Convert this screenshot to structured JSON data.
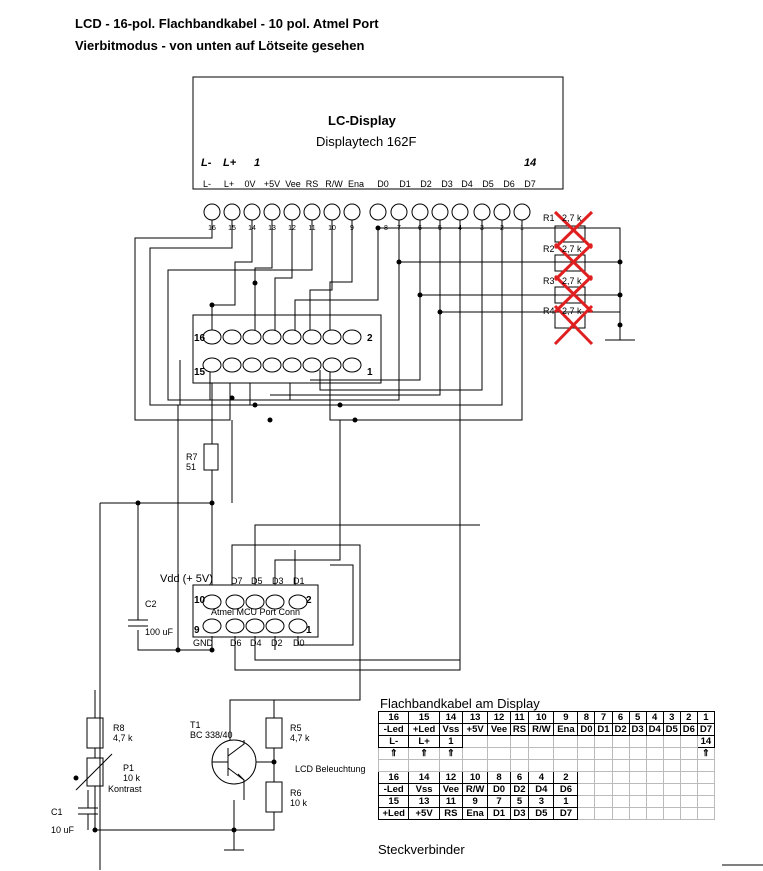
{
  "title": {
    "line1": "LCD - 16-pol. Flachbandkabel - 10 pol. Atmel Port",
    "line2": "Vierbitmodus - von unten auf Lötseite gesehen"
  },
  "display": {
    "name": "LC-Display",
    "model": "Displaytech 162F",
    "top_labels": [
      "L-",
      "L+",
      "1",
      "14"
    ],
    "pin_names": [
      "L-",
      "L+",
      "0V",
      "+5V",
      "Vee",
      "RS",
      "R/W",
      "Ena",
      "D0",
      "D1",
      "D2",
      "D3",
      "D4",
      "D5",
      "D6",
      "D7"
    ],
    "pin_numbers": [
      "16",
      "15",
      "14",
      "13",
      "12",
      "11",
      "10",
      "9",
      "8",
      "7",
      "6",
      "5",
      "4",
      "3",
      "2",
      "1"
    ]
  },
  "resistors_crossed": [
    "R1",
    "R2",
    "R3",
    "R4"
  ],
  "resistor_crossed_value": "2,7 k",
  "connector16": {
    "row_top": [
      "16",
      "2"
    ],
    "row_bottom": [
      "15",
      "1"
    ]
  },
  "r7": {
    "name": "R7",
    "value": "51"
  },
  "atmel": {
    "vdd_label": "Vdd (+ 5V)",
    "name": "Atmel MCU Port Conn",
    "top_labels": [
      "D7",
      "D5",
      "D3",
      "D1"
    ],
    "bottom_labels": [
      "GND",
      "D6",
      "D4",
      "D2",
      "D0"
    ],
    "pin_top_left": "10",
    "pin_top_right": "2",
    "pin_bottom_left": "9",
    "pin_bottom_right": "1"
  },
  "c2": {
    "name": "C2",
    "value": "100 uF"
  },
  "r8": {
    "name": "R8",
    "value": "4,7 k"
  },
  "p1": {
    "name": "P1",
    "value": "10 k",
    "label": "Kontrast"
  },
  "c1": {
    "name": "C1",
    "value": "10 uF"
  },
  "t1": {
    "name": "T1",
    "model": "BC 338/40"
  },
  "r5": {
    "name": "R5",
    "value": "4,7 k"
  },
  "r6": {
    "name": "R6",
    "value": "10 k"
  },
  "backlight_label": "LCD Beleuchtung",
  "table1": {
    "title": "Flachbandkabel am Display",
    "rows": [
      [
        "16",
        "15",
        "14",
        "13",
        "12",
        "11",
        "10",
        "9",
        "8",
        "7",
        "6",
        "5",
        "4",
        "3",
        "2",
        "1"
      ],
      [
        "-Led",
        "+Led",
        "Vss",
        "+5V",
        "Vee",
        "RS",
        "R/W",
        "Ena",
        "D0",
        "D1",
        "D2",
        "D3",
        "D4",
        "D5",
        "D6",
        "D7"
      ],
      [
        "L-",
        "L+",
        "1",
        "",
        "",
        "",
        "",
        "",
        "",
        "",
        "",
        "",
        "",
        "",
        "",
        "14"
      ],
      [
        "⇑",
        "⇑",
        "⇑",
        "",
        "",
        "",
        "",
        "",
        "",
        "",
        "",
        "",
        "",
        "",
        "",
        "⇑"
      ]
    ]
  },
  "table2": {
    "title": "Steckverbinder",
    "rows": [
      [
        "16",
        "14",
        "12",
        "10",
        "8",
        "6",
        "4",
        "2"
      ],
      [
        "-Led",
        "Vss",
        "Vee",
        "R/W",
        "D0",
        "D2",
        "D4",
        "D6"
      ],
      [
        "15",
        "13",
        "11",
        "9",
        "7",
        "5",
        "3",
        "1"
      ],
      [
        "+Led",
        "+5V",
        "RS",
        "Ena",
        "D1",
        "D3",
        "D5",
        "D7"
      ]
    ]
  }
}
